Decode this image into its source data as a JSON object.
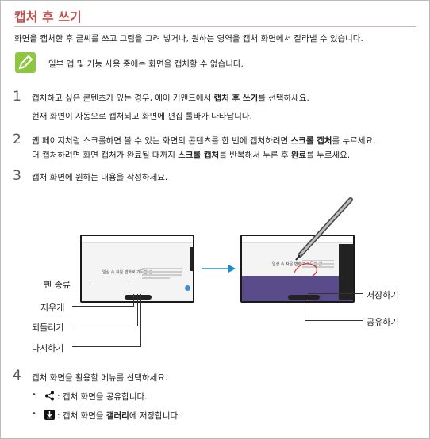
{
  "title": "캡처 후 쓰기",
  "intro": "화면을 캡처한 후 글씨를 쓰고 그림을 그려 넣거나, 원하는 영역을 캡처 화면에서 잘라낼 수 있습니다.",
  "note": "일부 앱 및 기능 사용 중에는 화면을 캡처할 수 없습니다.",
  "steps": [
    {
      "num": "1",
      "line1_pre": "캡처하고 싶은 콘텐츠가 있는 경우, 에어 커맨드에서 ",
      "line1_bold": "캡처 후 쓰기",
      "line1_post": "를 선택하세요.",
      "line2": "현재 화면이 자동으로 캡처되고 화면에 편집 툴바가 나타납니다."
    },
    {
      "num": "2",
      "line1_pre": "웹 페이지처럼 스크롤하면 볼 수 있는 화면의 콘텐츠를 한 번에 캡처하려면 ",
      "line1_bold": "스크롤 캡처",
      "line1_post": "를 누르세요.",
      "line2_pre": "더 캡처하려면 화면 캡처가 완료될 때까지 ",
      "line2_bold": "스크롤 캡처",
      "line2_mid": "를 반복해서 누른 후 ",
      "line2_bold2": "완료",
      "line2_post": "를 누르세요."
    },
    {
      "num": "3",
      "line1": "캡처 화면에 원하는 내용을 작성하세요."
    },
    {
      "num": "4",
      "line1": "캡처 화면을 활용할 메뉴를 선택하세요.",
      "bullet1": ": 캡처 화면을 공유합니다.",
      "bullet2_pre": ": 캡처 화면을 ",
      "bullet2_bold": "갤러리",
      "bullet2_post": "에 저장합니다."
    }
  ],
  "callouts": {
    "pen_type": "펜 종류",
    "eraser": "지우개",
    "undo": "되돌리기",
    "redo": "다시하기",
    "save": "저장하기",
    "share": "공유하기"
  },
  "screen_heading": "일상 속 작은 변화로 가득한 삶",
  "colors": {
    "accent": "#c0504d",
    "note": "#8dc63f",
    "arrow": "#1a8fd0"
  },
  "icons": [
    "note-pen-icon",
    "share-icon",
    "download-icon",
    "s-pen-icon",
    "arrow-right-icon"
  ]
}
